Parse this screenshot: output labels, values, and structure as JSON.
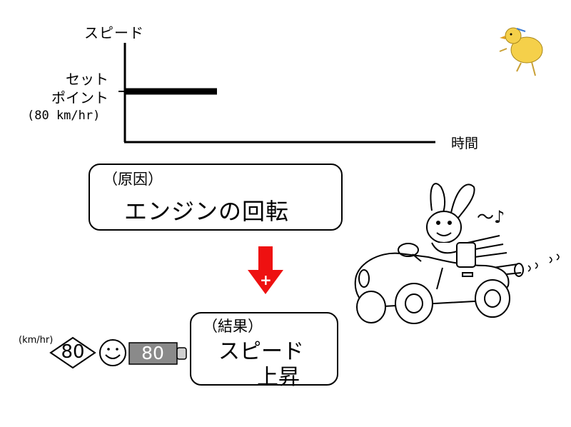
{
  "graph": {
    "y_axis_label": "スピード",
    "x_axis_label": "時間",
    "setpoint_label_lines": [
      "セット",
      "ポイント"
    ],
    "setpoint_value": "(80 km/hr)"
  },
  "cause_box": {
    "tag": "（原因）",
    "text": "エンジンの回転"
  },
  "effect_box": {
    "tag": "（結果）",
    "line1": "スピード",
    "line2": "上昇"
  },
  "arrow_sign": "+",
  "speed_indicator": {
    "unit": "(km/hr)",
    "limit_value": "80",
    "meter_value": "80"
  },
  "bunny_notes": "～♪",
  "colors": {
    "arrow": "#ee1111",
    "meter": "#8a8a8a",
    "line": "#000000",
    "duck": "#f5d04a"
  }
}
